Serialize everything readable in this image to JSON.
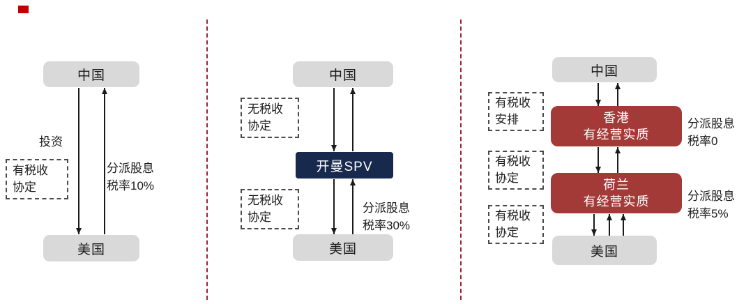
{
  "colors": {
    "node_gray": "#d9d9d9",
    "node_navy": "#17294d",
    "node_red": "#a33a38",
    "separator": "#9b2335",
    "corner_mark": "#c00000",
    "arrow": "#1a1a1a"
  },
  "panel1": {
    "china": "中国",
    "usa": "美国",
    "invest": "投资",
    "treaty": "有税收\n协定",
    "rate": "分派股息\n税率10%"
  },
  "panel2": {
    "china": "中国",
    "spv": "开曼SPV",
    "usa": "美国",
    "no_treaty_top": "无税收\n协定",
    "no_treaty_bottom": "无税收\n协定",
    "rate": "分派股息\n税率30%"
  },
  "panel3": {
    "china": "中国",
    "hk": "香港\n有经营实质",
    "nl": "荷兰\n有经营实质",
    "usa": "美国",
    "arrangement": "有税收\n安排",
    "treaty_mid": "有税收\n协定",
    "treaty_bottom": "有税收\n协定",
    "rate_hk": "分派股息\n税率0",
    "rate_nl": "分派股息\n税率5%"
  }
}
